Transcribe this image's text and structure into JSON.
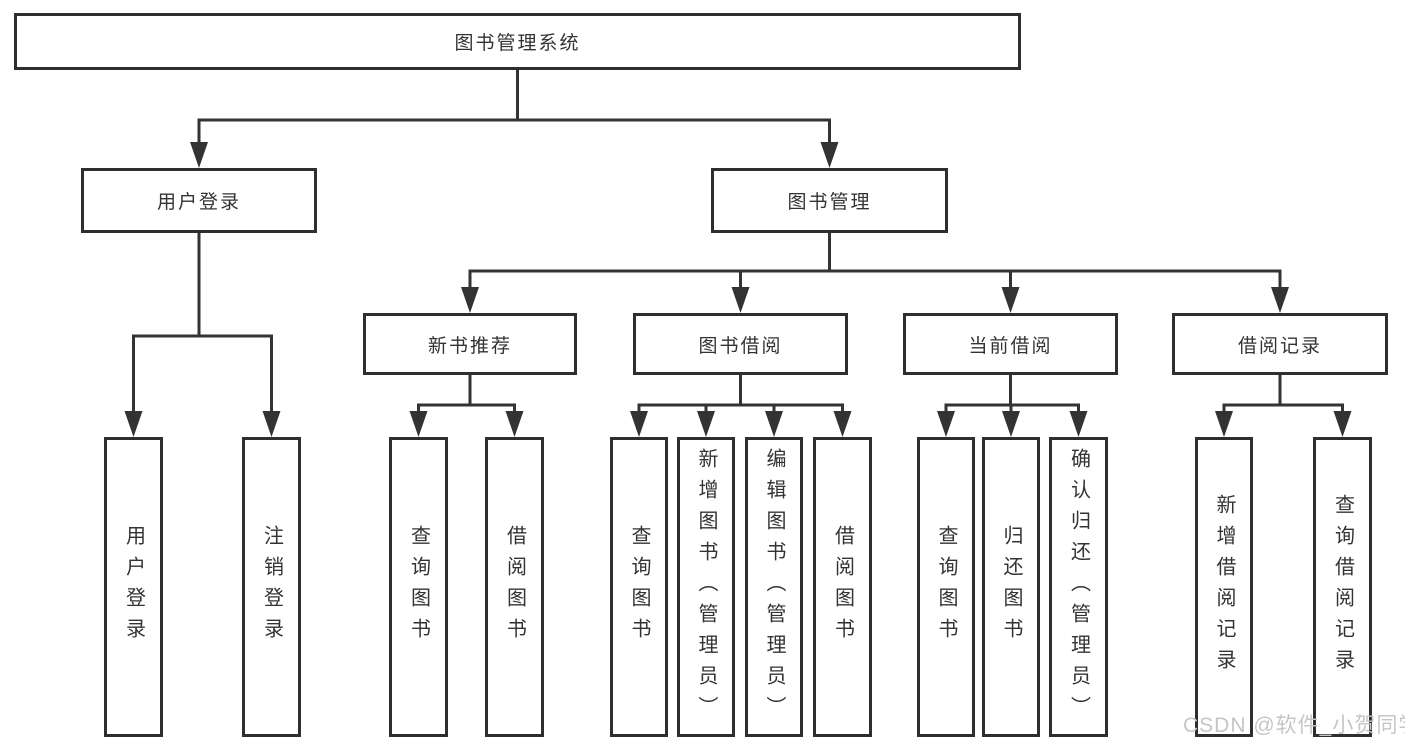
{
  "diagram": {
    "watermark": "CSDN @软件_小贺同学",
    "colors": {
      "line": "#333333",
      "box_border": "#2e2e2e",
      "box_fill": "#ffffff",
      "text": "#333333",
      "watermark": "#c6c6c6",
      "background": "#ffffff"
    },
    "tree": {
      "id": "root",
      "label": "图书管理系统",
      "children": [
        {
          "id": "user-login",
          "label": "用户登录",
          "children": [
            {
              "id": "user-login-action",
              "label": "用户登录",
              "vertical": true
            },
            {
              "id": "logout-action",
              "label": "注销登录",
              "vertical": true
            }
          ]
        },
        {
          "id": "book-management",
          "label": "图书管理",
          "children": [
            {
              "id": "new-book-recommend",
              "label": "新书推荐",
              "children": [
                {
                  "id": "query-books-recommend",
                  "label": "查询图书",
                  "vertical": true
                },
                {
                  "id": "borrow-books-recommend",
                  "label": "借阅图书",
                  "vertical": true
                }
              ]
            },
            {
              "id": "book-borrow",
              "label": "图书借阅",
              "children": [
                {
                  "id": "query-books-borrow",
                  "label": "查询图书",
                  "vertical": true
                },
                {
                  "id": "add-book-admin",
                  "label": "新增图书（管理员）",
                  "vertical": true
                },
                {
                  "id": "edit-book-admin",
                  "label": "编辑图书（管理员）",
                  "vertical": true
                },
                {
                  "id": "borrow-books-borrow",
                  "label": "借阅图书",
                  "vertical": true
                }
              ]
            },
            {
              "id": "current-borrow",
              "label": "当前借阅",
              "children": [
                {
                  "id": "query-books-current",
                  "label": "查询图书",
                  "vertical": true
                },
                {
                  "id": "return-book",
                  "label": "归还图书",
                  "vertical": true
                },
                {
                  "id": "confirm-return-admin",
                  "label": "确认归还（管理员）",
                  "vertical": true
                }
              ]
            },
            {
              "id": "borrow-records",
              "label": "借阅记录",
              "children": [
                {
                  "id": "add-borrow-record",
                  "label": "新增借阅记录",
                  "vertical": true
                },
                {
                  "id": "query-borrow-record",
                  "label": "查询借阅记录",
                  "vertical": true
                }
              ]
            }
          ]
        }
      ]
    }
  }
}
